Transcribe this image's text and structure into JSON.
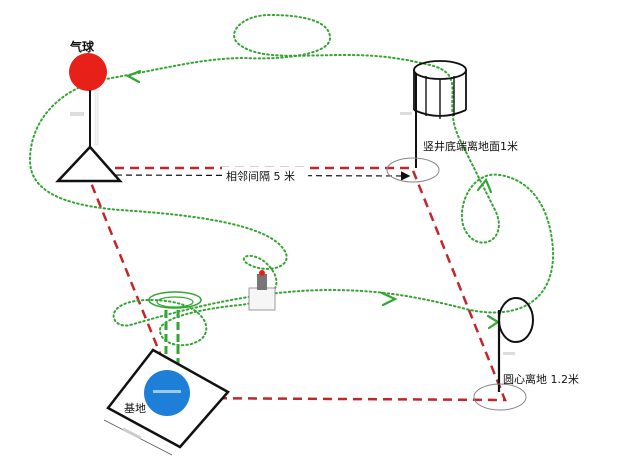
{
  "labels": {
    "balloon": "气球",
    "spacing": "相邻间隔 5 米",
    "well_bottom": "竖井底端离地面1米",
    "circle_center": "圆心离地 1.2米",
    "base": "基地"
  },
  "colors": {
    "balloon": "#e8201a",
    "dashed_course": "#c0262a",
    "flight_path": "#33a532",
    "base_disc": "#1e7fd8",
    "outline": "#111111"
  },
  "icons": {
    "balloon": "red-circle",
    "start_marker": "triangle",
    "well": "cylinder",
    "hoop": "ellipse",
    "camera": "box-with-light"
  }
}
